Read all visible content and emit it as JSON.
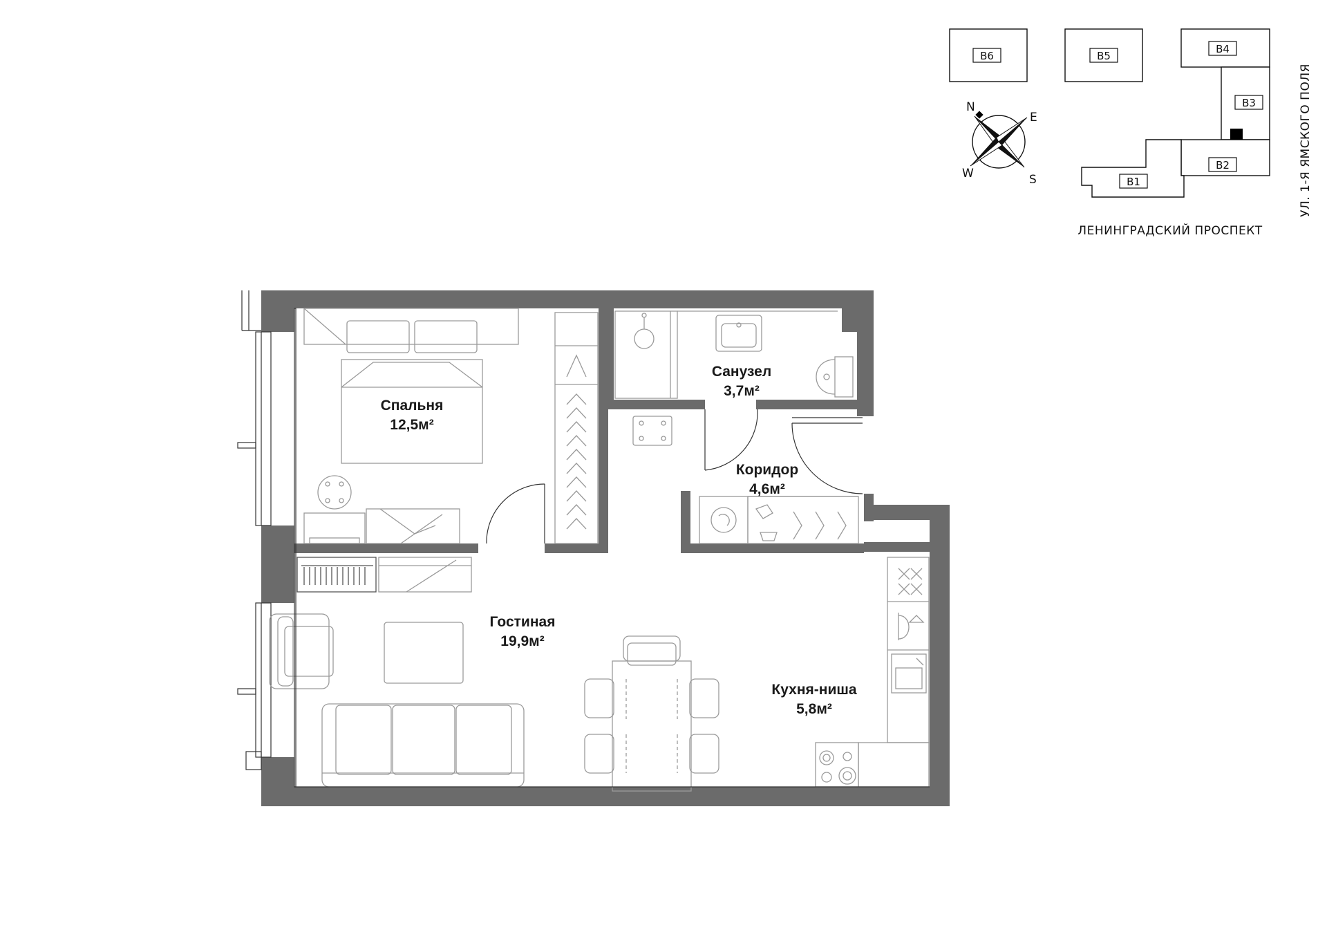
{
  "rooms": {
    "bedroom": {
      "name": "Спальня",
      "area": "12,5м²"
    },
    "bathroom": {
      "name": "Санузел",
      "area": "3,7м²"
    },
    "corridor": {
      "name": "Коридор",
      "area": "4,6м²"
    },
    "living": {
      "name": "Гостиная",
      "area": "19,9м²"
    },
    "kitchen": {
      "name": "Кухня-ниша",
      "area": "5,8м²"
    }
  },
  "site_plan": {
    "buildings": [
      "B6",
      "B5",
      "B4",
      "B3",
      "B2",
      "B1"
    ],
    "street_south": "ЛЕНИНГРАДСКИЙ ПРОСПЕКТ",
    "street_east": "УЛ. 1-Я ЯМСКОГО ПОЛЯ"
  },
  "compass": {
    "n": "N",
    "e": "E",
    "s": "S",
    "w": "W"
  },
  "colors": {
    "wall": "#6b6b6b",
    "furniture": "#9a9a9a",
    "text": "#1a1a1a",
    "marker": "#000000"
  }
}
